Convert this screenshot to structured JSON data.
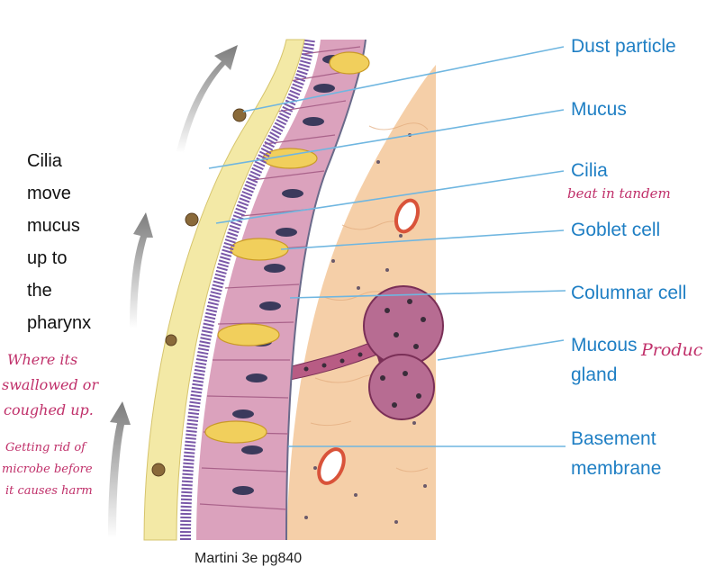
{
  "labels": {
    "dust_particle": "Dust particle",
    "mucus": "Mucus",
    "cilia": "Cilia",
    "goblet_cell": "Goblet cell",
    "columnar_cell": "Columnar cell",
    "mucous_gland_1": "Mucous",
    "mucous_gland_2": "gland",
    "basement_1": "Basement",
    "basement_2": "membrane"
  },
  "side_caption": [
    "Cilia",
    "move",
    "mucus",
    "up to",
    "the",
    "pharynx"
  ],
  "handwritten": {
    "cilia_note": "beat in tandem",
    "gland_note": "Produc",
    "left_note_1": [
      "Where its",
      "swallowed or",
      "coughed up."
    ],
    "left_note_2": [
      "Getting rid of",
      "microbe before",
      "it causes harm"
    ]
  },
  "credit": "Martini 3e pg840",
  "colors": {
    "label_blue": "#1f7fc4",
    "leader_line": "#6fb6e0",
    "handwriting": "#c0306a",
    "mucus_layer": "#f3e9a6",
    "epithelium": "#dba2bd",
    "connective_tissue": "#f5cfa8",
    "goblet_cell": "#f1cf5c",
    "arrow_gray": "#8a8a8a"
  },
  "icons": [
    "up-arrow-icon"
  ]
}
